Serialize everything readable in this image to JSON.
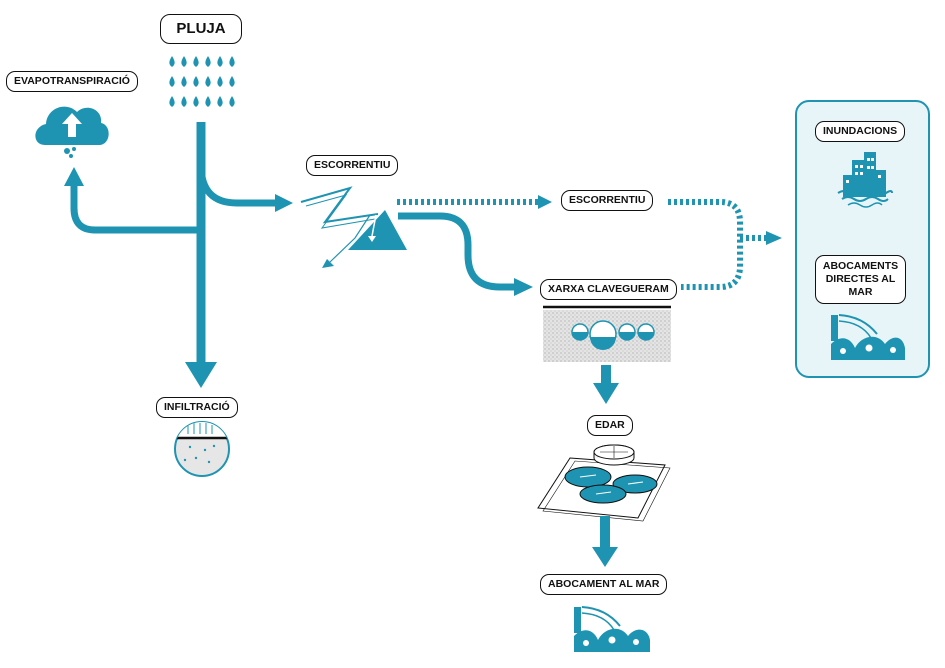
{
  "labels": {
    "rain": "PLUJA",
    "evapotranspiration": "EVAPOTRANSPIRACIÓ",
    "runoff_surface": "ESCORRENTIU",
    "runoff": "ESCORRENTIU",
    "sewer": "XARXA CLAVEGUERAM",
    "infiltration": "INFILTRACIÓ",
    "wwtp": "EDAR",
    "sea_discharge": "ABOCAMENT AL MAR",
    "floods": "INUNDACIONS",
    "direct_discharges": "ABOCAMENTS DIRECTES AL MAR"
  },
  "colors": {
    "accent": "#1e94b2",
    "panel_fill": "#e8f5f8",
    "label_border": "#111111",
    "gravel": "#dcdcdc"
  },
  "icons": [
    "rain-drops-icon",
    "cloud-upload-icon",
    "soil-circle-icon",
    "roof-runoff-icon",
    "sewer-pipes-icon",
    "treatment-plant-icon",
    "city-flood-icon",
    "outfall-wave-icon"
  ]
}
